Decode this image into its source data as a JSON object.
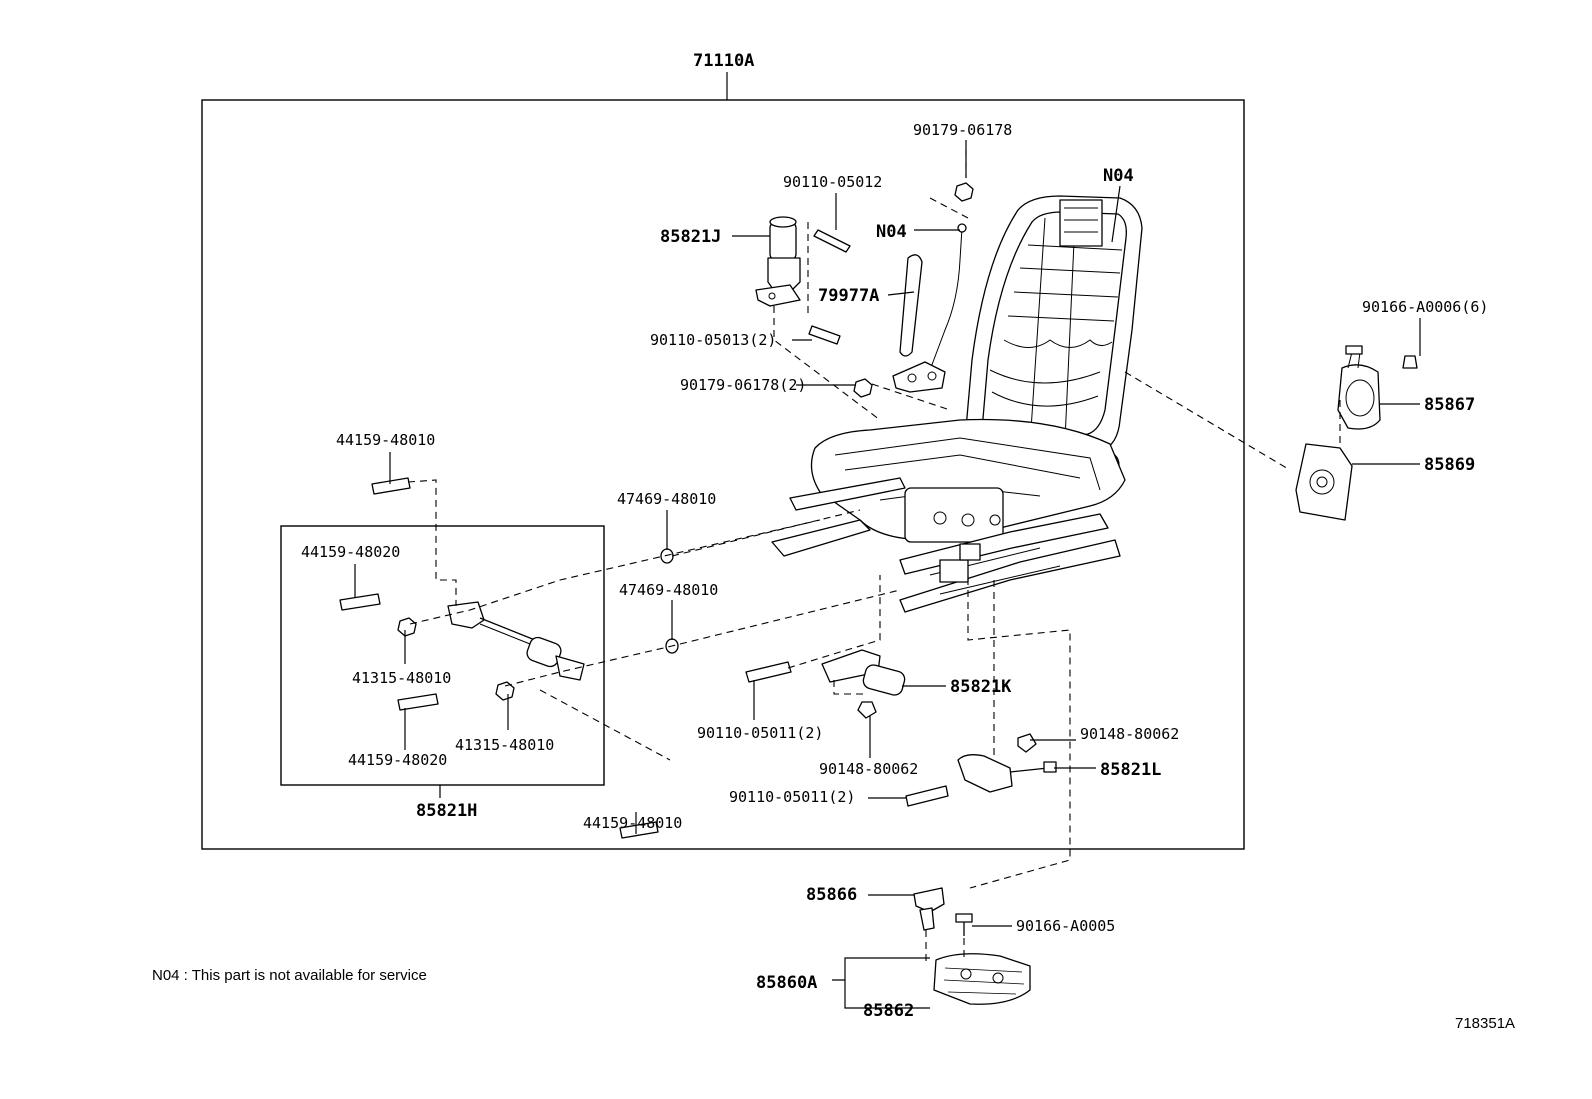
{
  "diagram": {
    "assembly_label": "71110A",
    "diagram_id": "718351A",
    "footnote": "N04 : This part is not available for service",
    "labels": {
      "p90179_06178_top": "90179-06178",
      "p90110_05012": "90110-05012",
      "p85821J": "85821J",
      "n04_top_right": "N04",
      "n04_left": "N04",
      "p79977A": "79977A",
      "p90110_05013": "90110-05013(2)",
      "p90179_06178_2": "90179-06178(2)",
      "p90166_A0006": "90166-A0006(6)",
      "p85867": "85867",
      "p85869": "85869",
      "p44159_48010_top": "44159-48010",
      "p47469_48010_a": "47469-48010",
      "p44159_48020_a": "44159-48020",
      "p47469_48010_b": "47469-48010",
      "p41315_48010_a": "41315-48010",
      "p41315_48010_b": "41315-48010",
      "p44159_48020_b": "44159-48020",
      "p85821H": "85821H",
      "p44159_48010_bottom": "44159-48010",
      "p85821K": "85821K",
      "p90110_05011_a": "90110-05011(2)",
      "p90148_80062_a": "90148-80062",
      "p90148_80062_b": "90148-80062",
      "p85821L": "85821L",
      "p90110_05011_b": "90110-05011(2)",
      "p85866": "85866",
      "p90166_A0005": "90166-A0005",
      "p85860A": "85860A",
      "p85862": "85862"
    }
  }
}
